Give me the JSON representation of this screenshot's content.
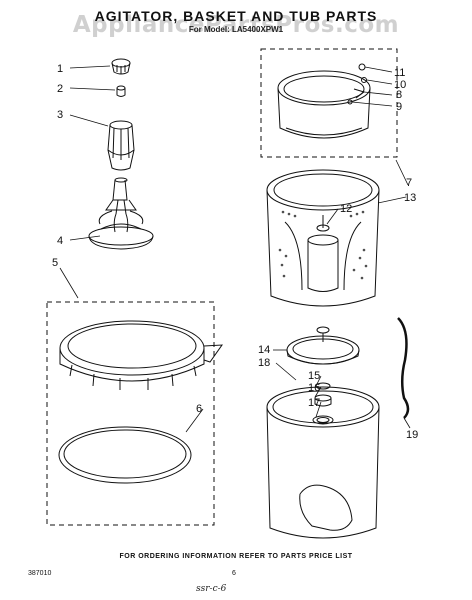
{
  "watermark": "AppliancePartsPros.com",
  "title": "AGITATOR, BASKET AND TUB PARTS",
  "subtitle": "For Model: LA5400XPW1",
  "callouts": [
    "1",
    "2",
    "3",
    "4",
    "5",
    "6",
    "7",
    "8",
    "9",
    "10",
    "11",
    "12",
    "13",
    "14",
    "15",
    "16",
    "17",
    "18",
    "19"
  ],
  "footer_note": "FOR ORDERING INFORMATION REFER TO PARTS PRICE LIST",
  "doc_number": "387010",
  "page_number": "6",
  "handwritten_note": "ssr-c-6"
}
